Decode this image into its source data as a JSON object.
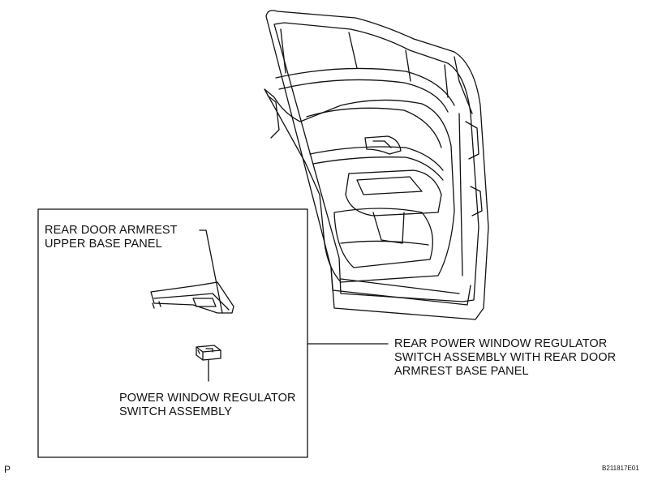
{
  "labels": {
    "armrest_upper_line1": "REAR DOOR ARMREST",
    "armrest_upper_line2": "UPPER BASE PANEL",
    "switch_line1": "POWER WINDOW REGULATOR",
    "switch_line2": "SWITCH ASSEMBLY",
    "assembly_line1": "REAR POWER WINDOW REGULATOR",
    "assembly_line2": "SWITCH ASSEMBLY WITH REAR DOOR",
    "assembly_line3": "ARMREST BASE PANEL"
  },
  "footer": {
    "corner_mark": "P",
    "figure_code": "B211817E01"
  }
}
